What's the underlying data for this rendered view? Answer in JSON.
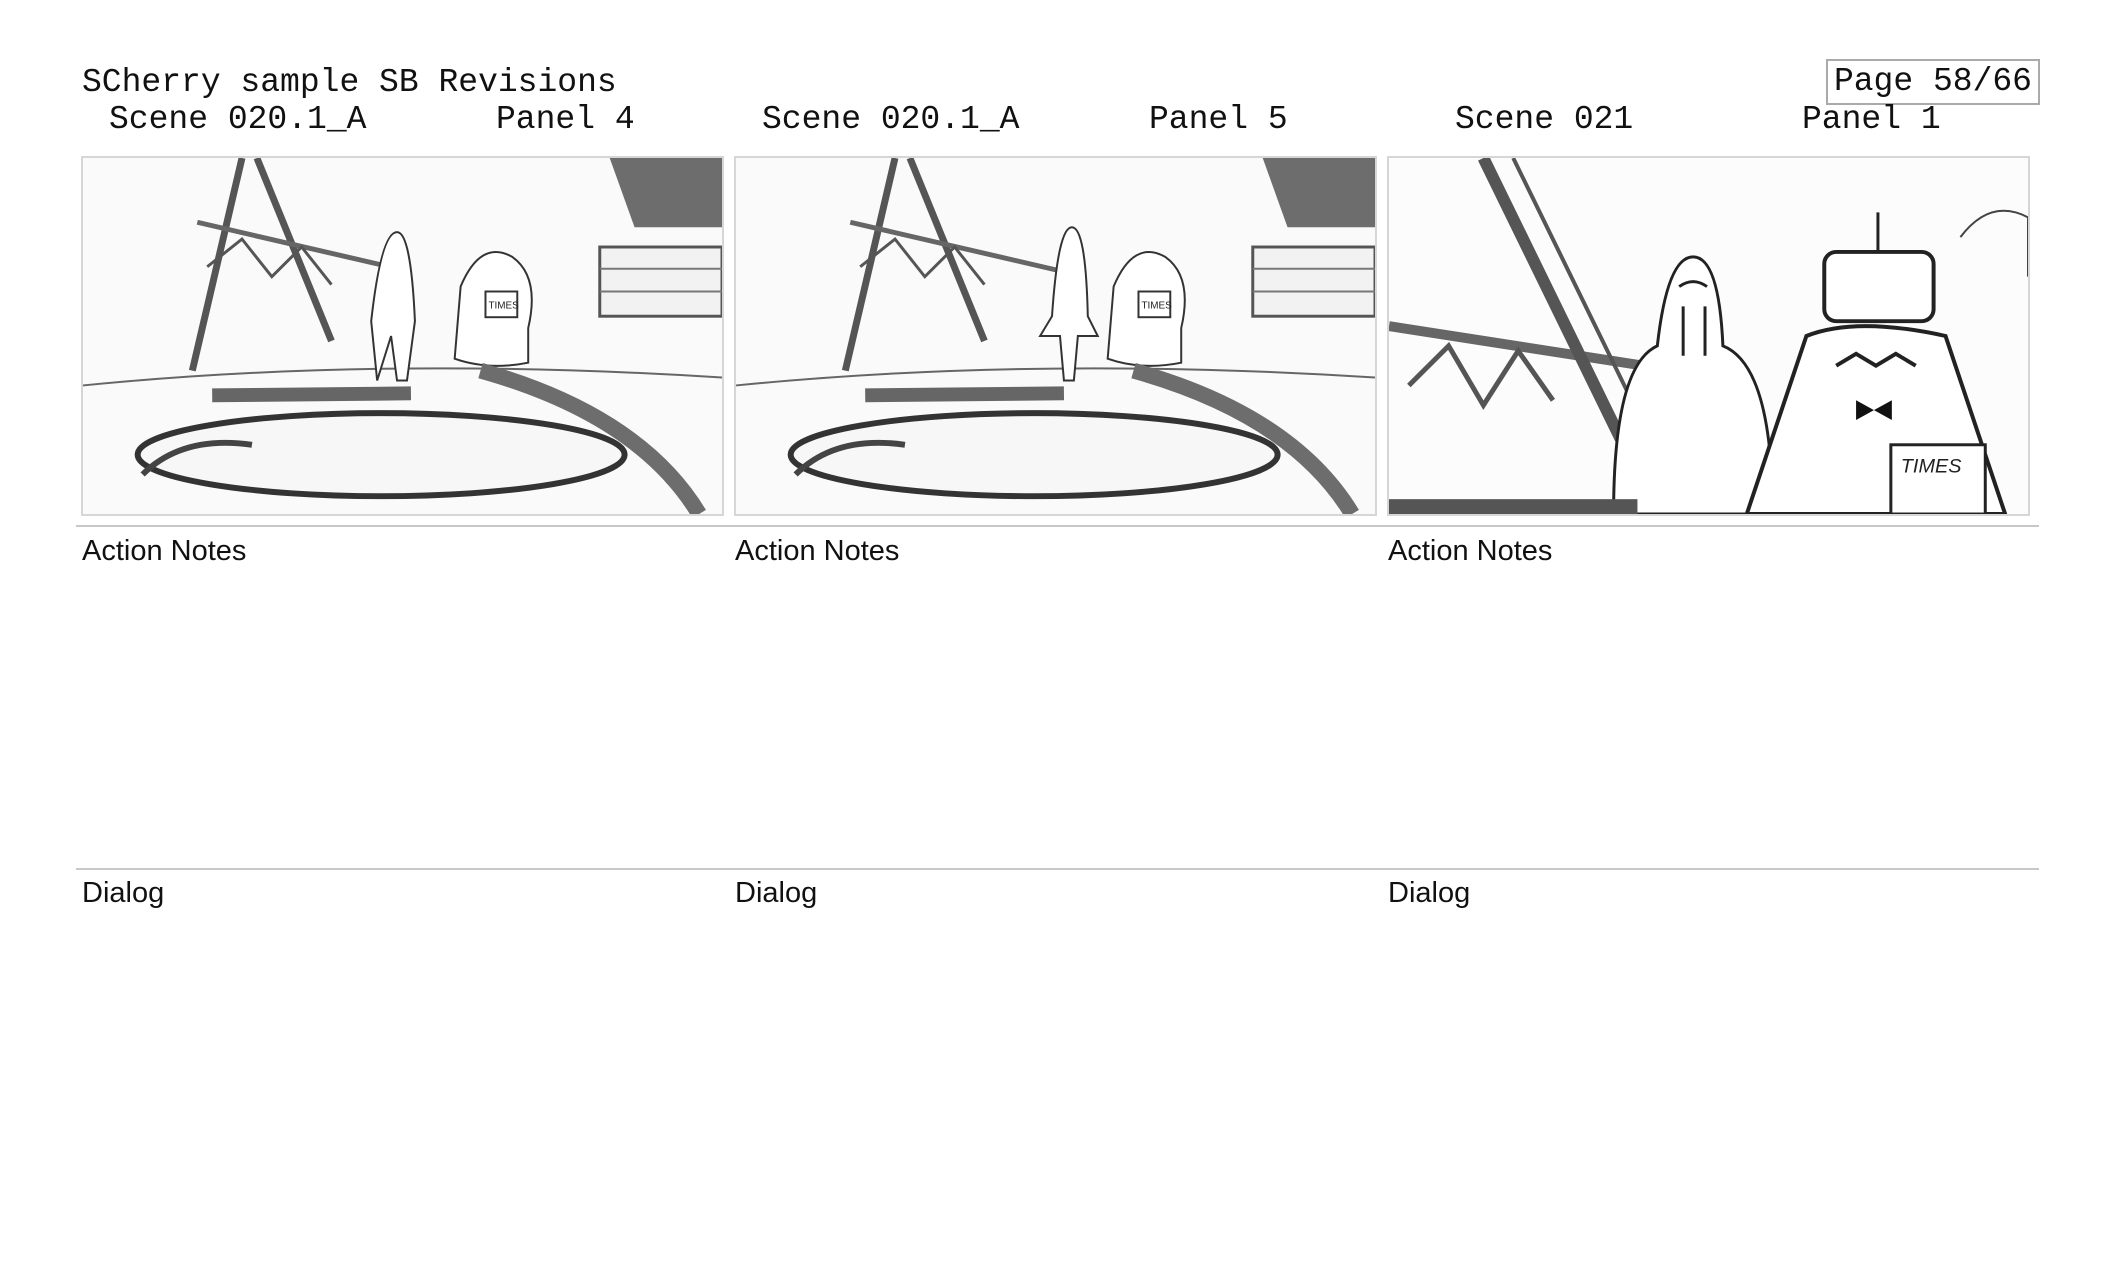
{
  "header": {
    "title": "SCherry sample SB Revisions",
    "page": "Page 58/66"
  },
  "panels": [
    {
      "scene": "Scene 020.1_A",
      "panel": "Panel 4",
      "action_label": "Action Notes",
      "dialog_label": "Dialog",
      "sign_text": "TIMES"
    },
    {
      "scene": "Scene 020.1_A",
      "panel": "Panel 5",
      "action_label": "Action Notes",
      "dialog_label": "Dialog",
      "sign_text": "TIMES"
    },
    {
      "scene": "Scene 021",
      "panel": "Panel 1",
      "action_label": "Action Notes",
      "dialog_label": "Dialog",
      "sign_text": "TIMES"
    }
  ]
}
